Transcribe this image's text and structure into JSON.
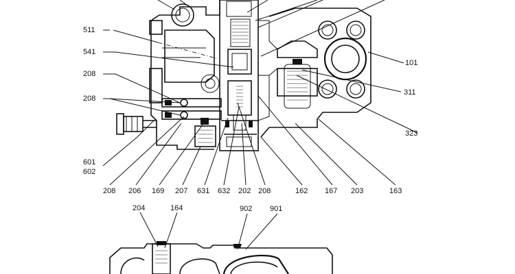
{
  "labels": {
    "l511": "511",
    "l541": "541",
    "l208a": "208",
    "l208b": "208",
    "l601": "601",
    "l602": "602",
    "l101": "101",
    "l311": "311",
    "l323": "323",
    "b208a": "208",
    "b206": "206",
    "b169": "169",
    "b207": "207",
    "b631": "631",
    "b632": "632",
    "b202": "202",
    "b208b": "208",
    "b162": "162",
    "b167": "167",
    "b203": "203",
    "b163": "163",
    "t204": "204",
    "t164": "164",
    "t902": "902",
    "t901": "901"
  }
}
